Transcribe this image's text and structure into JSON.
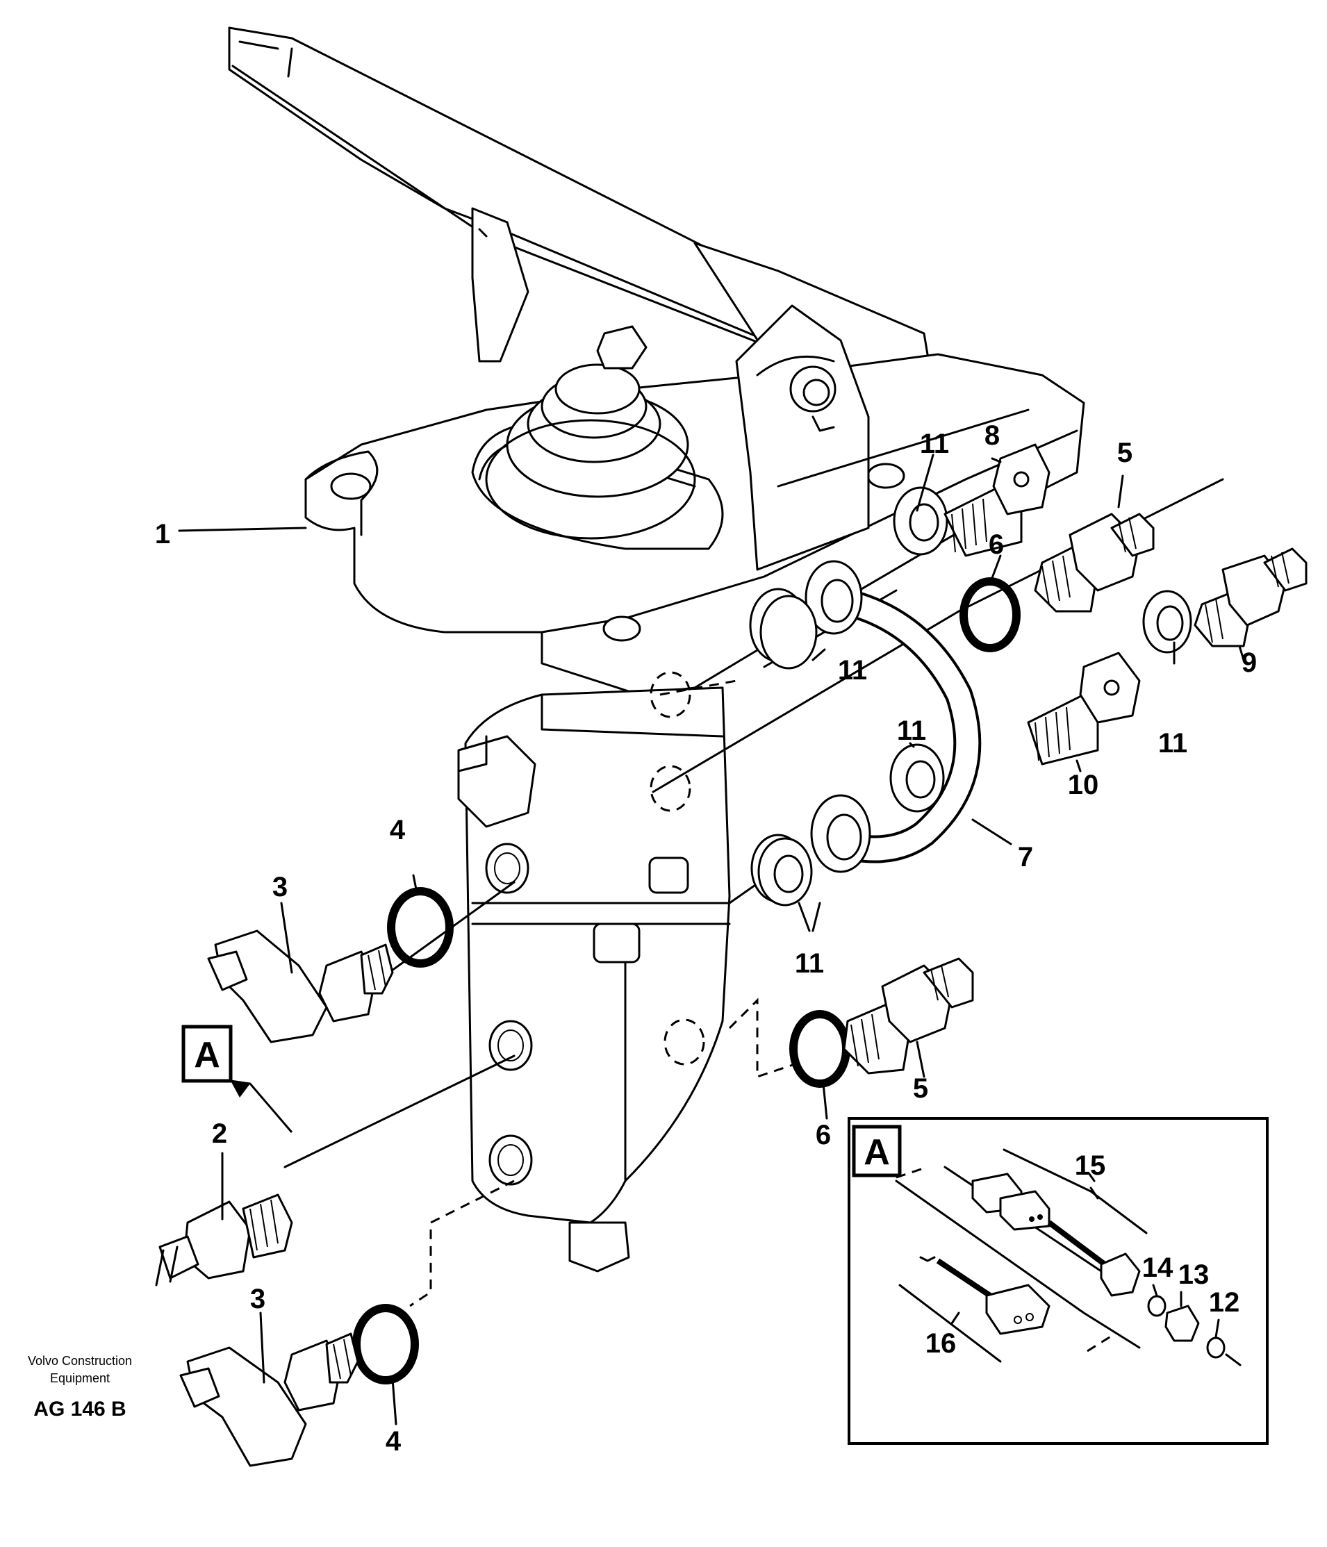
{
  "diagram": {
    "callouts": {
      "c1": "1",
      "c2": "2",
      "c3a": "3",
      "c3b": "3",
      "c4a": "4",
      "c4b": "4",
      "c5a": "5",
      "c5b": "5",
      "c6a": "6",
      "c6b": "6",
      "c7": "7",
      "c8": "8",
      "c9": "9",
      "c10": "10",
      "c11a": "11",
      "c11b": "11",
      "c11c": "11",
      "c11d": "11",
      "c11e": "11",
      "c12": "12",
      "c13": "13",
      "c14": "14",
      "c15": "15",
      "c16": "16"
    },
    "detail_label_main": "A",
    "detail_label_inset": "A",
    "footer": {
      "line1": "Volvo Construction",
      "line2": "Equipment",
      "code": "AG 146 B"
    }
  }
}
